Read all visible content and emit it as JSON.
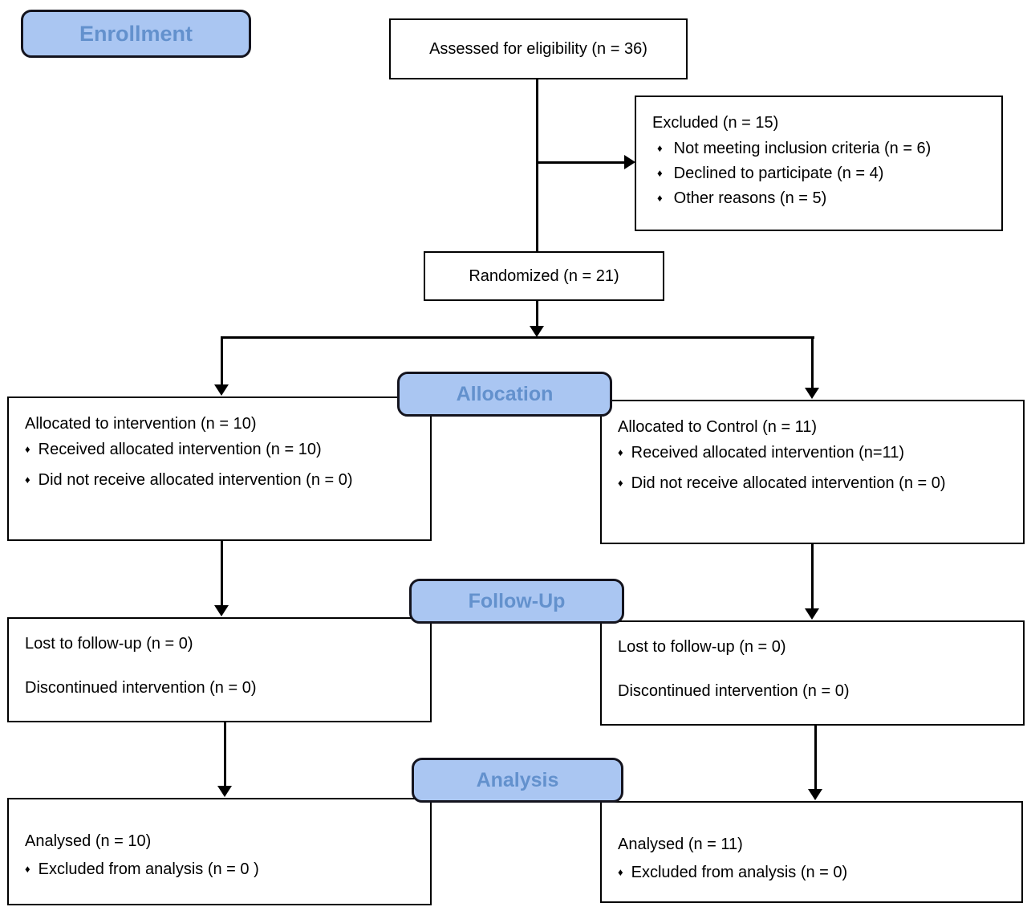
{
  "diagram": {
    "bullet_glyph": "♦",
    "stages": {
      "enrollment": "Enrollment",
      "allocation": "Allocation",
      "followup": "Follow-Up",
      "analysis": "Analysis"
    },
    "boxes": {
      "assessed": {
        "text": "Assessed for eligibility (n = 36)"
      },
      "excluded": {
        "title": "Excluded (n = 15)",
        "items": [
          "Not meeting inclusion criteria (n = 6)",
          "Declined to participate (n = 4)",
          "Other reasons (n = 5)"
        ]
      },
      "randomized": {
        "text": "Randomized (n = 21)"
      },
      "alloc_left": {
        "title": "Allocated to intervention (n = 10)",
        "items": [
          "Received allocated intervention (n = 10)",
          "Did not receive allocated intervention (n = 0)"
        ]
      },
      "alloc_right": {
        "title": "Allocated to Control (n = 11)",
        "items": [
          "Received allocated intervention (n=11)",
          "Did not receive allocated intervention (n = 0)"
        ]
      },
      "followup_left": {
        "lines": [
          "Lost to follow-up (n = 0)",
          "Discontinued intervention (n = 0)"
        ]
      },
      "followup_right": {
        "lines": [
          "Lost to follow-up (n = 0)",
          "Discontinued intervention (n = 0)"
        ]
      },
      "analysis_left": {
        "title": "Analysed (n = 10)",
        "items": [
          "Excluded from analysis (n = 0 )"
        ]
      },
      "analysis_right": {
        "title": "Analysed (n = 11)",
        "items": [
          "Excluded from analysis (n = 0)"
        ]
      }
    },
    "colors": {
      "badge_fill": "#aac6f2",
      "badge_text": "#6391cd",
      "badge_border": "#14141e",
      "box_border": "#000000"
    }
  }
}
